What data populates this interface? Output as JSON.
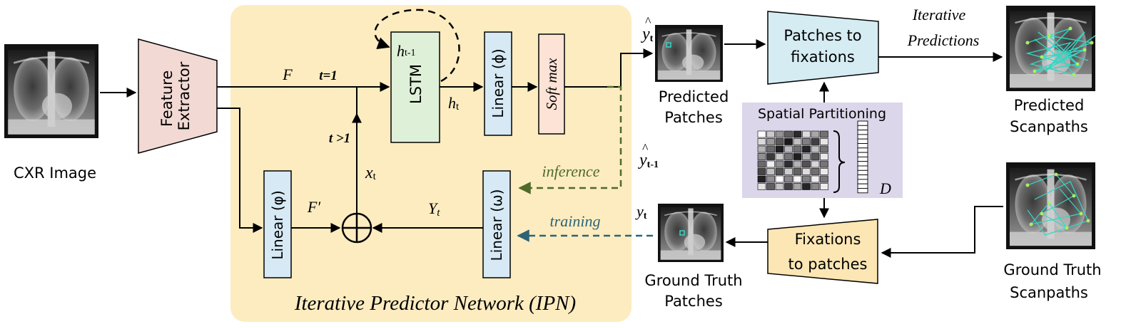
{
  "colors": {
    "ipn_bg": "#fcecc0",
    "feature_extractor": "#f2d9d4",
    "lstm": "#dff0d8",
    "linear": "#d6e9f5",
    "softmax": "#fde3d6",
    "patches_to_fix": "#d6ecf3",
    "fix_to_patches": "#fbe6b4",
    "spatial_bg": "#dcd6ea",
    "inference": "#4f6a2a",
    "training": "#2f6277",
    "scanpath": "#35d6c4"
  },
  "labels": {
    "cxr_image": "CXR Image",
    "feature_extractor_1": "Feature",
    "feature_extractor_2": "Extractor",
    "ipn_title": "Iterative Predictor Network (IPN)",
    "F": "F",
    "t_eq_1": "t=1",
    "t_gt_1": "t >1",
    "h_prev": "h",
    "h_prev_sub": "t-1",
    "h_t": "h",
    "h_t_sub": "t",
    "lstm": "LSTM",
    "linear_phi": "Linear (ϕ)",
    "softmax": "Soft max",
    "linear_varphi": "Linear (φ)",
    "F_prime": "F′",
    "x_t": "x",
    "x_t_sub": "t",
    "Y_t": "Y",
    "Y_t_sub": "t",
    "linear_omega": "Linear (ω)",
    "inference": "inference",
    "training": "training",
    "yhat_t": "y",
    "yhat_t_sub": "t",
    "yhat_prev": "y",
    "yhat_prev_sub": "t-1",
    "y_t": "y",
    "y_t_sub": "t",
    "predicted_patches_1": "Predicted",
    "predicted_patches_2": "Patches",
    "ground_truth_patches_1": "Ground Truth",
    "ground_truth_patches_2": "Patches",
    "patches_to_fixations_1": "Patches to",
    "patches_to_fixations_2": "fixations",
    "fixations_to_patches_1": "Fixations",
    "fixations_to_patches_2": "to patches",
    "spatial_partitioning": "Spatial Partitioning",
    "D": "D",
    "iterative_1": "Iterative",
    "iterative_2": "Predictions",
    "predicted_scanpaths_1": "Predicted",
    "predicted_scanpaths_2": "Scanpaths",
    "ground_truth_scanpaths_1": "Ground Truth",
    "ground_truth_scanpaths_2": "Scanpaths"
  }
}
